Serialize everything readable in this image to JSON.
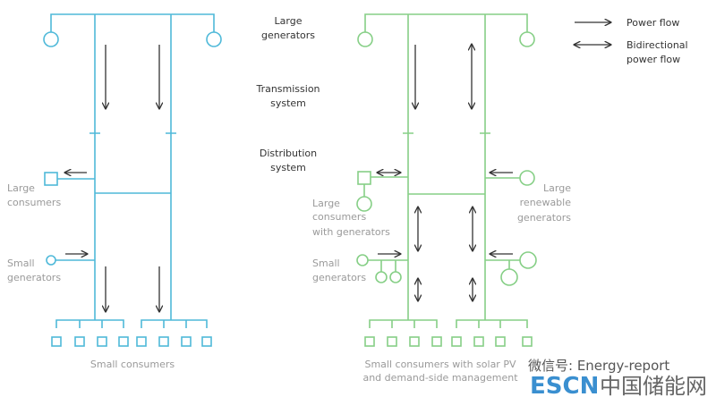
{
  "center_labels": {
    "large_generators": [
      "Large",
      "generators"
    ],
    "transmission": [
      "Transmission",
      "system"
    ],
    "distribution": [
      "Distribution",
      "system"
    ]
  },
  "legend": {
    "power_flow": "Power flow",
    "bidirectional": [
      "Bidirectional",
      "power flow"
    ]
  },
  "left_diagram": {
    "large_consumers": [
      "Large",
      "consumers"
    ],
    "small_generators": [
      "Small",
      "generators"
    ],
    "small_consumers": "Small consumers"
  },
  "right_diagram": {
    "large_consumers": [
      "Large",
      "consumers",
      "with generators"
    ],
    "large_renewable": [
      "Large",
      "renewable",
      "generators"
    ],
    "small_generators": [
      "Small",
      "generators"
    ],
    "small_consumers": [
      "Small consumers with solar PV",
      "and demand-side management"
    ]
  },
  "watermark": {
    "wechat": "微信号: Energy-report",
    "brand": "ESCN",
    "brand_cn": "中国储能网"
  },
  "colors": {
    "traditional": "#4fb9d9",
    "modern": "#86cf86"
  }
}
